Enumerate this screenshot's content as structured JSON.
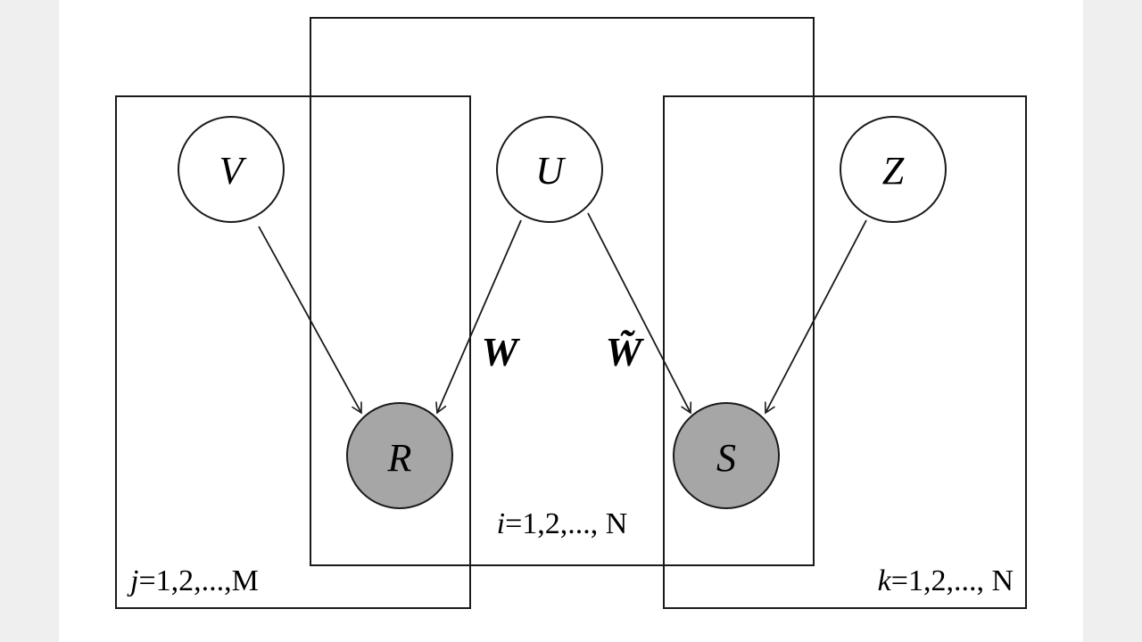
{
  "colors": {
    "background": "#efefef",
    "canvas": "#ffffff",
    "stroke": "#1a1a1a",
    "observed_fill": "#a6a6a6",
    "latent_fill": "#ffffff"
  },
  "nodes": {
    "V": {
      "label": "V",
      "observed": false
    },
    "U": {
      "label": "U",
      "observed": false
    },
    "Z": {
      "label": "Z",
      "observed": false
    },
    "R": {
      "label": "R",
      "observed": true
    },
    "S": {
      "label": "S",
      "observed": true
    }
  },
  "edges": [
    {
      "from": "V",
      "to": "R"
    },
    {
      "from": "U",
      "to": "R"
    },
    {
      "from": "U",
      "to": "S"
    },
    {
      "from": "Z",
      "to": "S"
    }
  ],
  "edge_labels": {
    "W": "W",
    "W_tilde": "W̃"
  },
  "plates": {
    "j": {
      "index": "j",
      "range": "=1,2,...,M"
    },
    "i": {
      "index": "i",
      "range": "=1,2,..., N"
    },
    "k": {
      "index": "k",
      "range": "=1,2,..., N"
    }
  }
}
